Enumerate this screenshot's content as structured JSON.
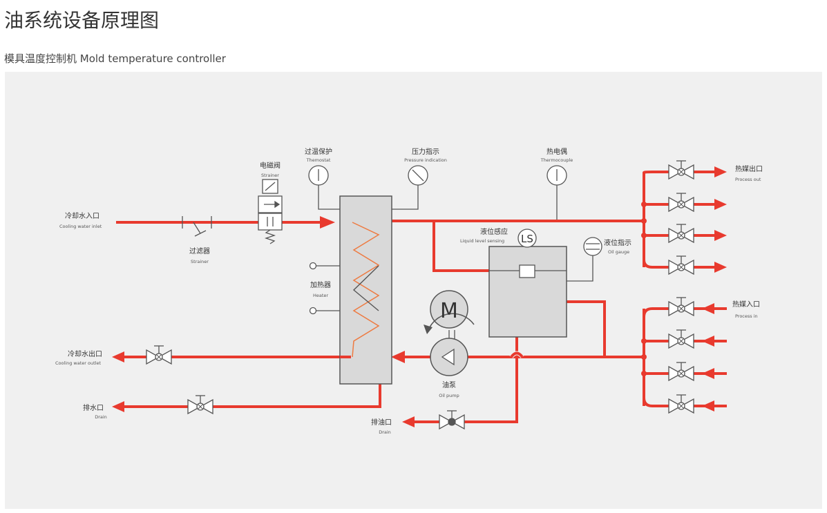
{
  "title": "油系统设备原理图",
  "subtitle": "模具温度控制机 Mold temperature controller",
  "colors": {
    "pipe": "#e83a2e",
    "heater_coil": "#ee7a40",
    "vessel": "#d9d9d9",
    "background": "#f0f0f0",
    "line": "#555555"
  },
  "labels": {
    "cooling_in": {
      "zh": "冷却水入口",
      "en": "Cooling water inlet"
    },
    "strainer": {
      "zh": "过滤器",
      "en": "Strainer"
    },
    "solenoid": {
      "zh": "电磁阀",
      "en": "Strainer"
    },
    "thermostat": {
      "zh": "过温保护",
      "en": "Themostat"
    },
    "pressure": {
      "zh": "压力指示",
      "en": "Pressure indication"
    },
    "thermocouple": {
      "zh": "热电偶",
      "en": "Thermocouple"
    },
    "process_out": {
      "zh": "热媒出口",
      "en": "Process out"
    },
    "level_sensing": {
      "zh": "液位感应",
      "en": "Liquid level sensing",
      "symbol": "LS"
    },
    "oil_gauge": {
      "zh": "液位指示",
      "en": "Oil gauge"
    },
    "heater": {
      "zh": "加热器",
      "en": "Heater"
    },
    "motor": {
      "symbol": "M"
    },
    "process_in": {
      "zh": "热媒入口",
      "en": "Process in"
    },
    "cooling_out": {
      "zh": "冷却水出口",
      "en": "Cooling water outlet"
    },
    "oil_pump": {
      "zh": "油泵",
      "en": "Oil pump"
    },
    "drain": {
      "zh": "排水口",
      "en": "Drain"
    },
    "oil_drain": {
      "zh": "排油口",
      "en": "Drain"
    }
  }
}
